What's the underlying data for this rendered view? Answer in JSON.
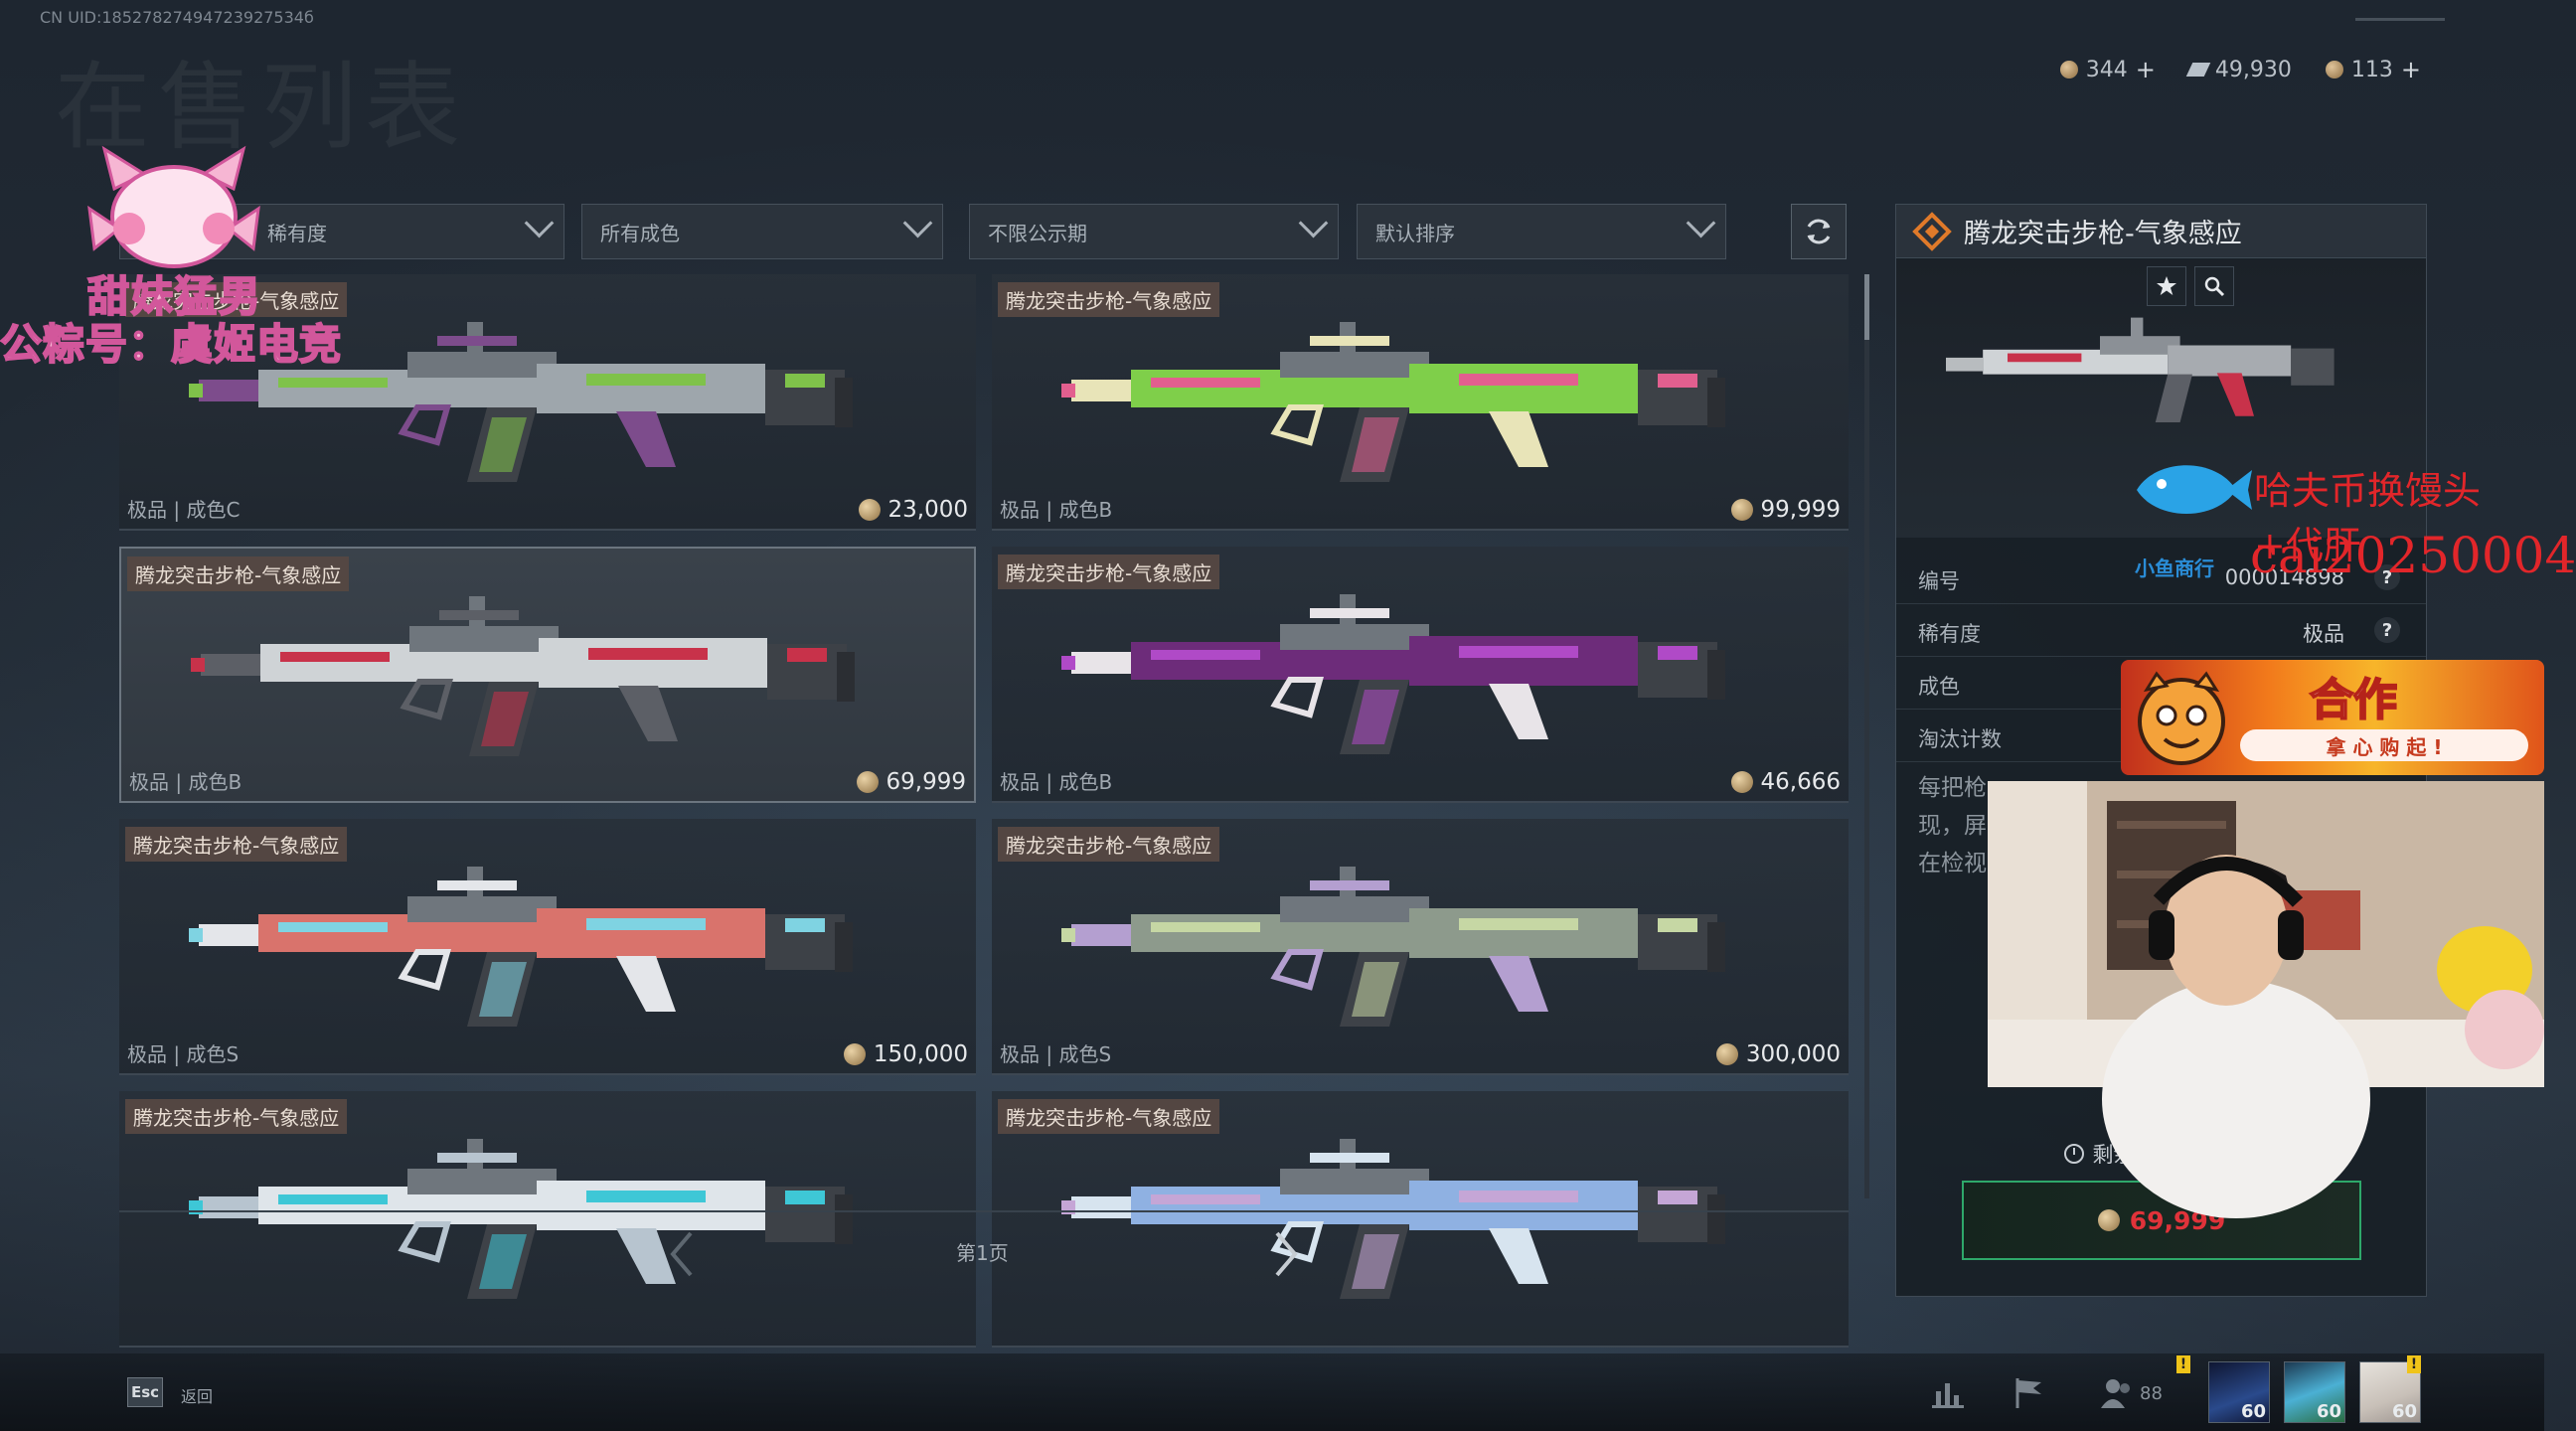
{
  "header": {
    "uid": "CN UID:18527827494723927534б",
    "ghost_title": "在售列表",
    "currencies": [
      {
        "icon": "coin-icon",
        "value": "344",
        "plus": "+"
      },
      {
        "icon": "ticket-icon",
        "value": "49,930",
        "plus": ""
      },
      {
        "icon": "token-icon",
        "value": "113",
        "plus": "+"
      }
    ]
  },
  "filters": [
    {
      "label": "稀有度"
    },
    {
      "label": "所有成色"
    },
    {
      "label": "不限公示期"
    },
    {
      "label": "默认排序"
    }
  ],
  "listings": [
    {
      "title": "腾龙突击步枪-气象感应",
      "grade": "极品 | 成色C",
      "price": "23,000",
      "primary": "#9ea6ac",
      "accent": "#7fc24a",
      "accent2": "#7d4c8c"
    },
    {
      "title": "腾龙突击步枪-气象感应",
      "grade": "极品 | 成色B",
      "price": "99,999",
      "primary": "#7fcf4a",
      "accent": "#e25f8f",
      "accent2": "#e8e4b8"
    },
    {
      "title": "腾龙突击步枪-气象感应",
      "grade": "极品 | 成色B",
      "price": "69,999",
      "primary": "#cfd3d6",
      "accent": "#c8324a",
      "accent2": "#5c5f66"
    },
    {
      "title": "腾龙突击步枪-气象感应",
      "grade": "极品 | 成色B",
      "price": "46,666",
      "primary": "#6d2c7a",
      "accent": "#b04ac7",
      "accent2": "#e8e4e8"
    },
    {
      "title": "腾龙突击步枪-气象感应",
      "grade": "极品 | 成色S",
      "price": "150,000",
      "primary": "#d9736c",
      "accent": "#7fd3e2",
      "accent2": "#e4e6ea"
    },
    {
      "title": "腾龙突击步枪-气象感应",
      "grade": "极品 | 成色S",
      "price": "300,000",
      "primary": "#8d9a8c",
      "accent": "#c6d7a4",
      "accent2": "#b49fd0"
    },
    {
      "title": "腾龙突击步枪-气象感应",
      "grade": "",
      "price": "",
      "primary": "#dfe5ea",
      "accent": "#3ec7d6",
      "accent2": "#b7c4cf"
    },
    {
      "title": "腾龙突击步枪-气象感应",
      "grade": "",
      "price": "",
      "primary": "#8fb1e2",
      "accent": "#c5a6d6",
      "accent2": "#d7e4ef"
    }
  ],
  "pager": {
    "label": "第1页"
  },
  "detail": {
    "title": "腾龙突击步枪-气象感应",
    "props": [
      {
        "label": "编号",
        "value": "000014898"
      },
      {
        "label": "稀有度",
        "value": "极品"
      },
      {
        "label": "成色",
        "value": ""
      },
      {
        "label": "淘汰计数",
        "value": ""
      }
    ],
    "description": "每把枪 现，屏 在检视",
    "timer": "剩余：7小时46分",
    "buy_price": "69,999"
  },
  "overlays": {
    "watermark_line1": "甜妹猛男",
    "watermark_line2": "公粽号：虞姬电竞",
    "promo_line1": "哈夫币换馒头+代肝",
    "promo_line2": "cai20250004",
    "fish_caption": "小鱼商行",
    "banner_text": "合作",
    "banner_pill": "拿 心 购 起 !"
  },
  "bottom": {
    "esc_key": "Esc",
    "esc_label": "返回",
    "friends_count": "88",
    "avatars": [
      {
        "level": "60",
        "bg": "#1b2a55"
      },
      {
        "level": "60",
        "bg": "#2c6a8a"
      },
      {
        "level": "60",
        "bg": "#d8d4cf"
      }
    ]
  }
}
